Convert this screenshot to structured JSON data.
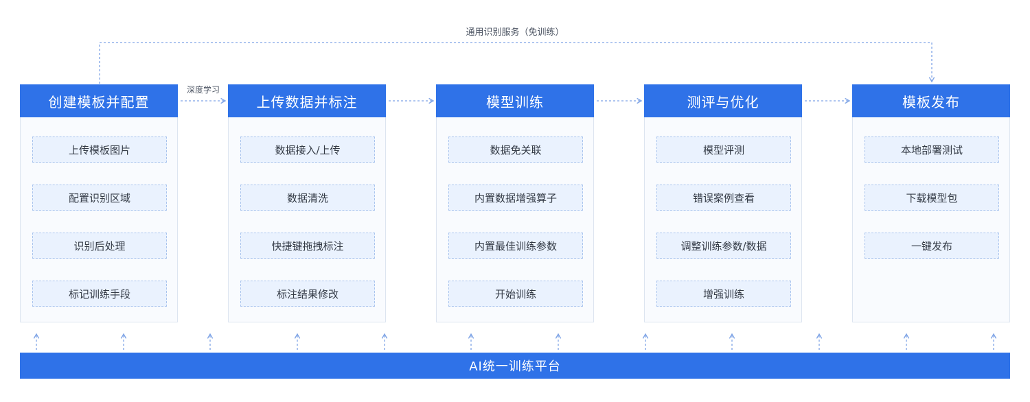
{
  "service_label": "通用识别服务（免训练）",
  "edge_label": "深度学习",
  "platform": "AI统一训练平台",
  "colors": {
    "primary": "#2f72e8",
    "step_fill": "#eaf2fe",
    "step_border": "#a9c4ee",
    "connector": "#7fa4e6"
  },
  "columns": [
    {
      "title": "创建模板并配置",
      "steps": [
        "上传模板图片",
        "配置识别区域",
        "识别后处理",
        "标记训练手段"
      ]
    },
    {
      "title": "上传数据并标注",
      "steps": [
        "数据接入/上传",
        "数据清洗",
        "快捷键拖拽标注",
        "标注结果修改"
      ]
    },
    {
      "title": "模型训练",
      "steps": [
        "数据免关联",
        "内置数据增强算子",
        "内置最佳训练参数",
        "开始训练"
      ]
    },
    {
      "title": "测评与优化",
      "steps": [
        "模型评测",
        "错误案例查看",
        "调整训练参数/数据",
        "增强训练"
      ]
    },
    {
      "title": "模板发布",
      "steps": [
        "本地部署测试",
        "下载模型包",
        "一键发布"
      ]
    }
  ]
}
